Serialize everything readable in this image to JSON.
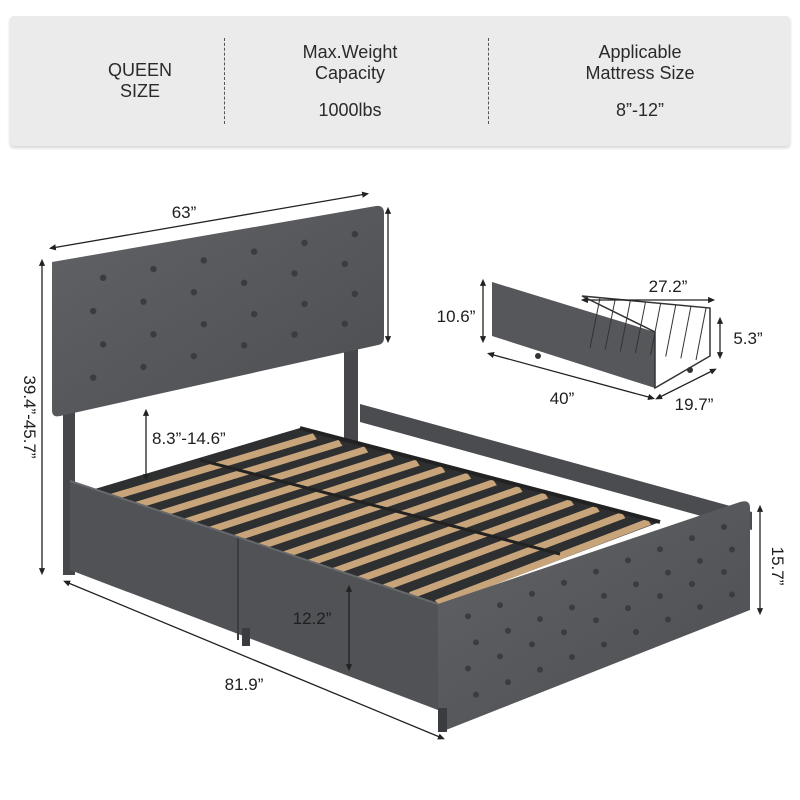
{
  "specs": {
    "size": "QUEEN\nSIZE",
    "weight_label": "Max.Weight\nCapacity",
    "weight_value": "1000lbs",
    "mattress_label": "Applicable\nMattress Size",
    "mattress_value": "8”-12”"
  },
  "dimensions": {
    "headboard_width": "63”",
    "overall_height": "39.4”-45.7”",
    "headboard_adjust": "8.3”-14.6”",
    "bed_length": "81.9”",
    "footboard_height": "15.7”",
    "side_rail_height": "12.2”",
    "drawer_height": "10.6”",
    "drawer_depth": "27.2”",
    "drawer_basket_height": "5.3”",
    "drawer_length": "40”",
    "drawer_width": "19.7”"
  },
  "colors": {
    "fabric": "#55575b",
    "fabric_dark": "#3d3f42",
    "slat": "#c8a47a",
    "frame_metal": "#2b2b2b",
    "spec_bar_bg": "#ebebeb"
  },
  "icons": [
    "tufted-headboard",
    "storage-drawer",
    "wood-slats"
  ]
}
